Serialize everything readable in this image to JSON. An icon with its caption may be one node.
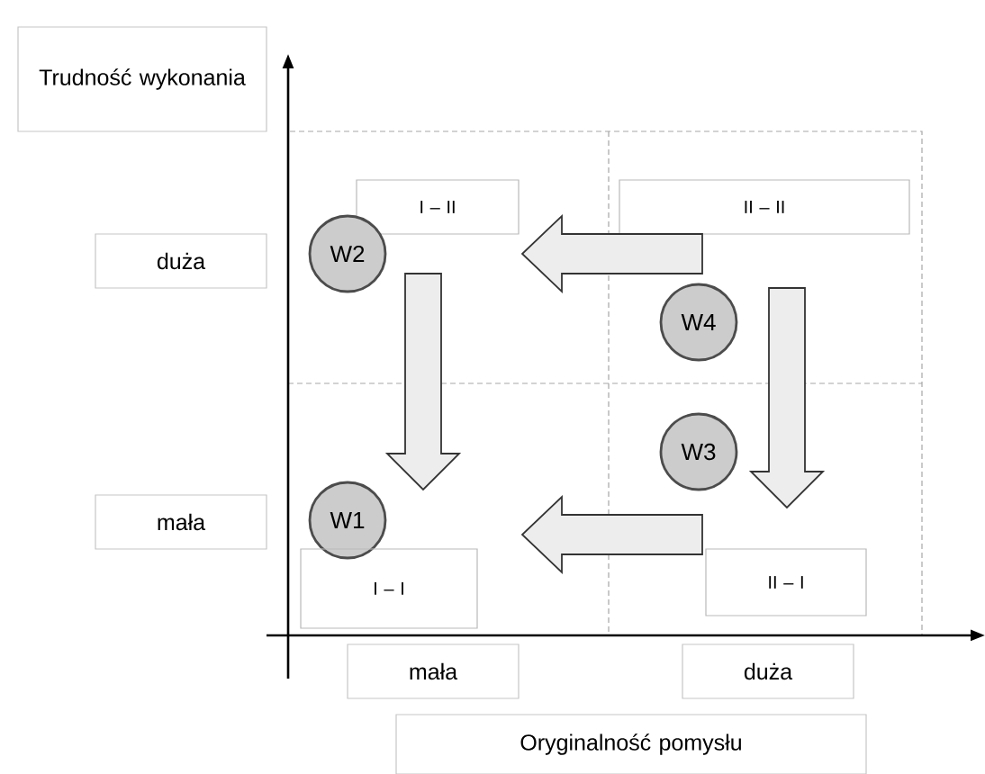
{
  "diagram": {
    "nodes": [
      {
        "text": [
          "Trudność wykonania"
        ]
      },
      {
        "text": [
          "duża"
        ]
      },
      {
        "text": [
          "I – II"
        ]
      },
      {
        "text": [
          "II – II"
        ]
      },
      {
        "text": [
          "W2"
        ]
      },
      {
        "text": [
          "W4"
        ]
      },
      {
        "text": [
          "W3"
        ]
      },
      {
        "text": [
          "mała"
        ]
      },
      {
        "text": [
          "W1"
        ]
      },
      {
        "text": [
          "I – I"
        ]
      },
      {
        "text": [
          "II – I"
        ]
      },
      {
        "text": [
          "mała"
        ]
      },
      {
        "text": [
          "duża"
        ]
      },
      {
        "text": [
          "Oryginalność pomysłu"
        ]
      }
    ],
    "edges": [
      {
        "from": 3,
        "to": 2,
        "arrow": "to"
      },
      {
        "from": 2,
        "to": 9,
        "arrow": "to"
      },
      {
        "from": 3,
        "to": 10,
        "arrow": "to"
      },
      {
        "from": 10,
        "to": 9,
        "arrow": "to"
      }
    ]
  }
}
